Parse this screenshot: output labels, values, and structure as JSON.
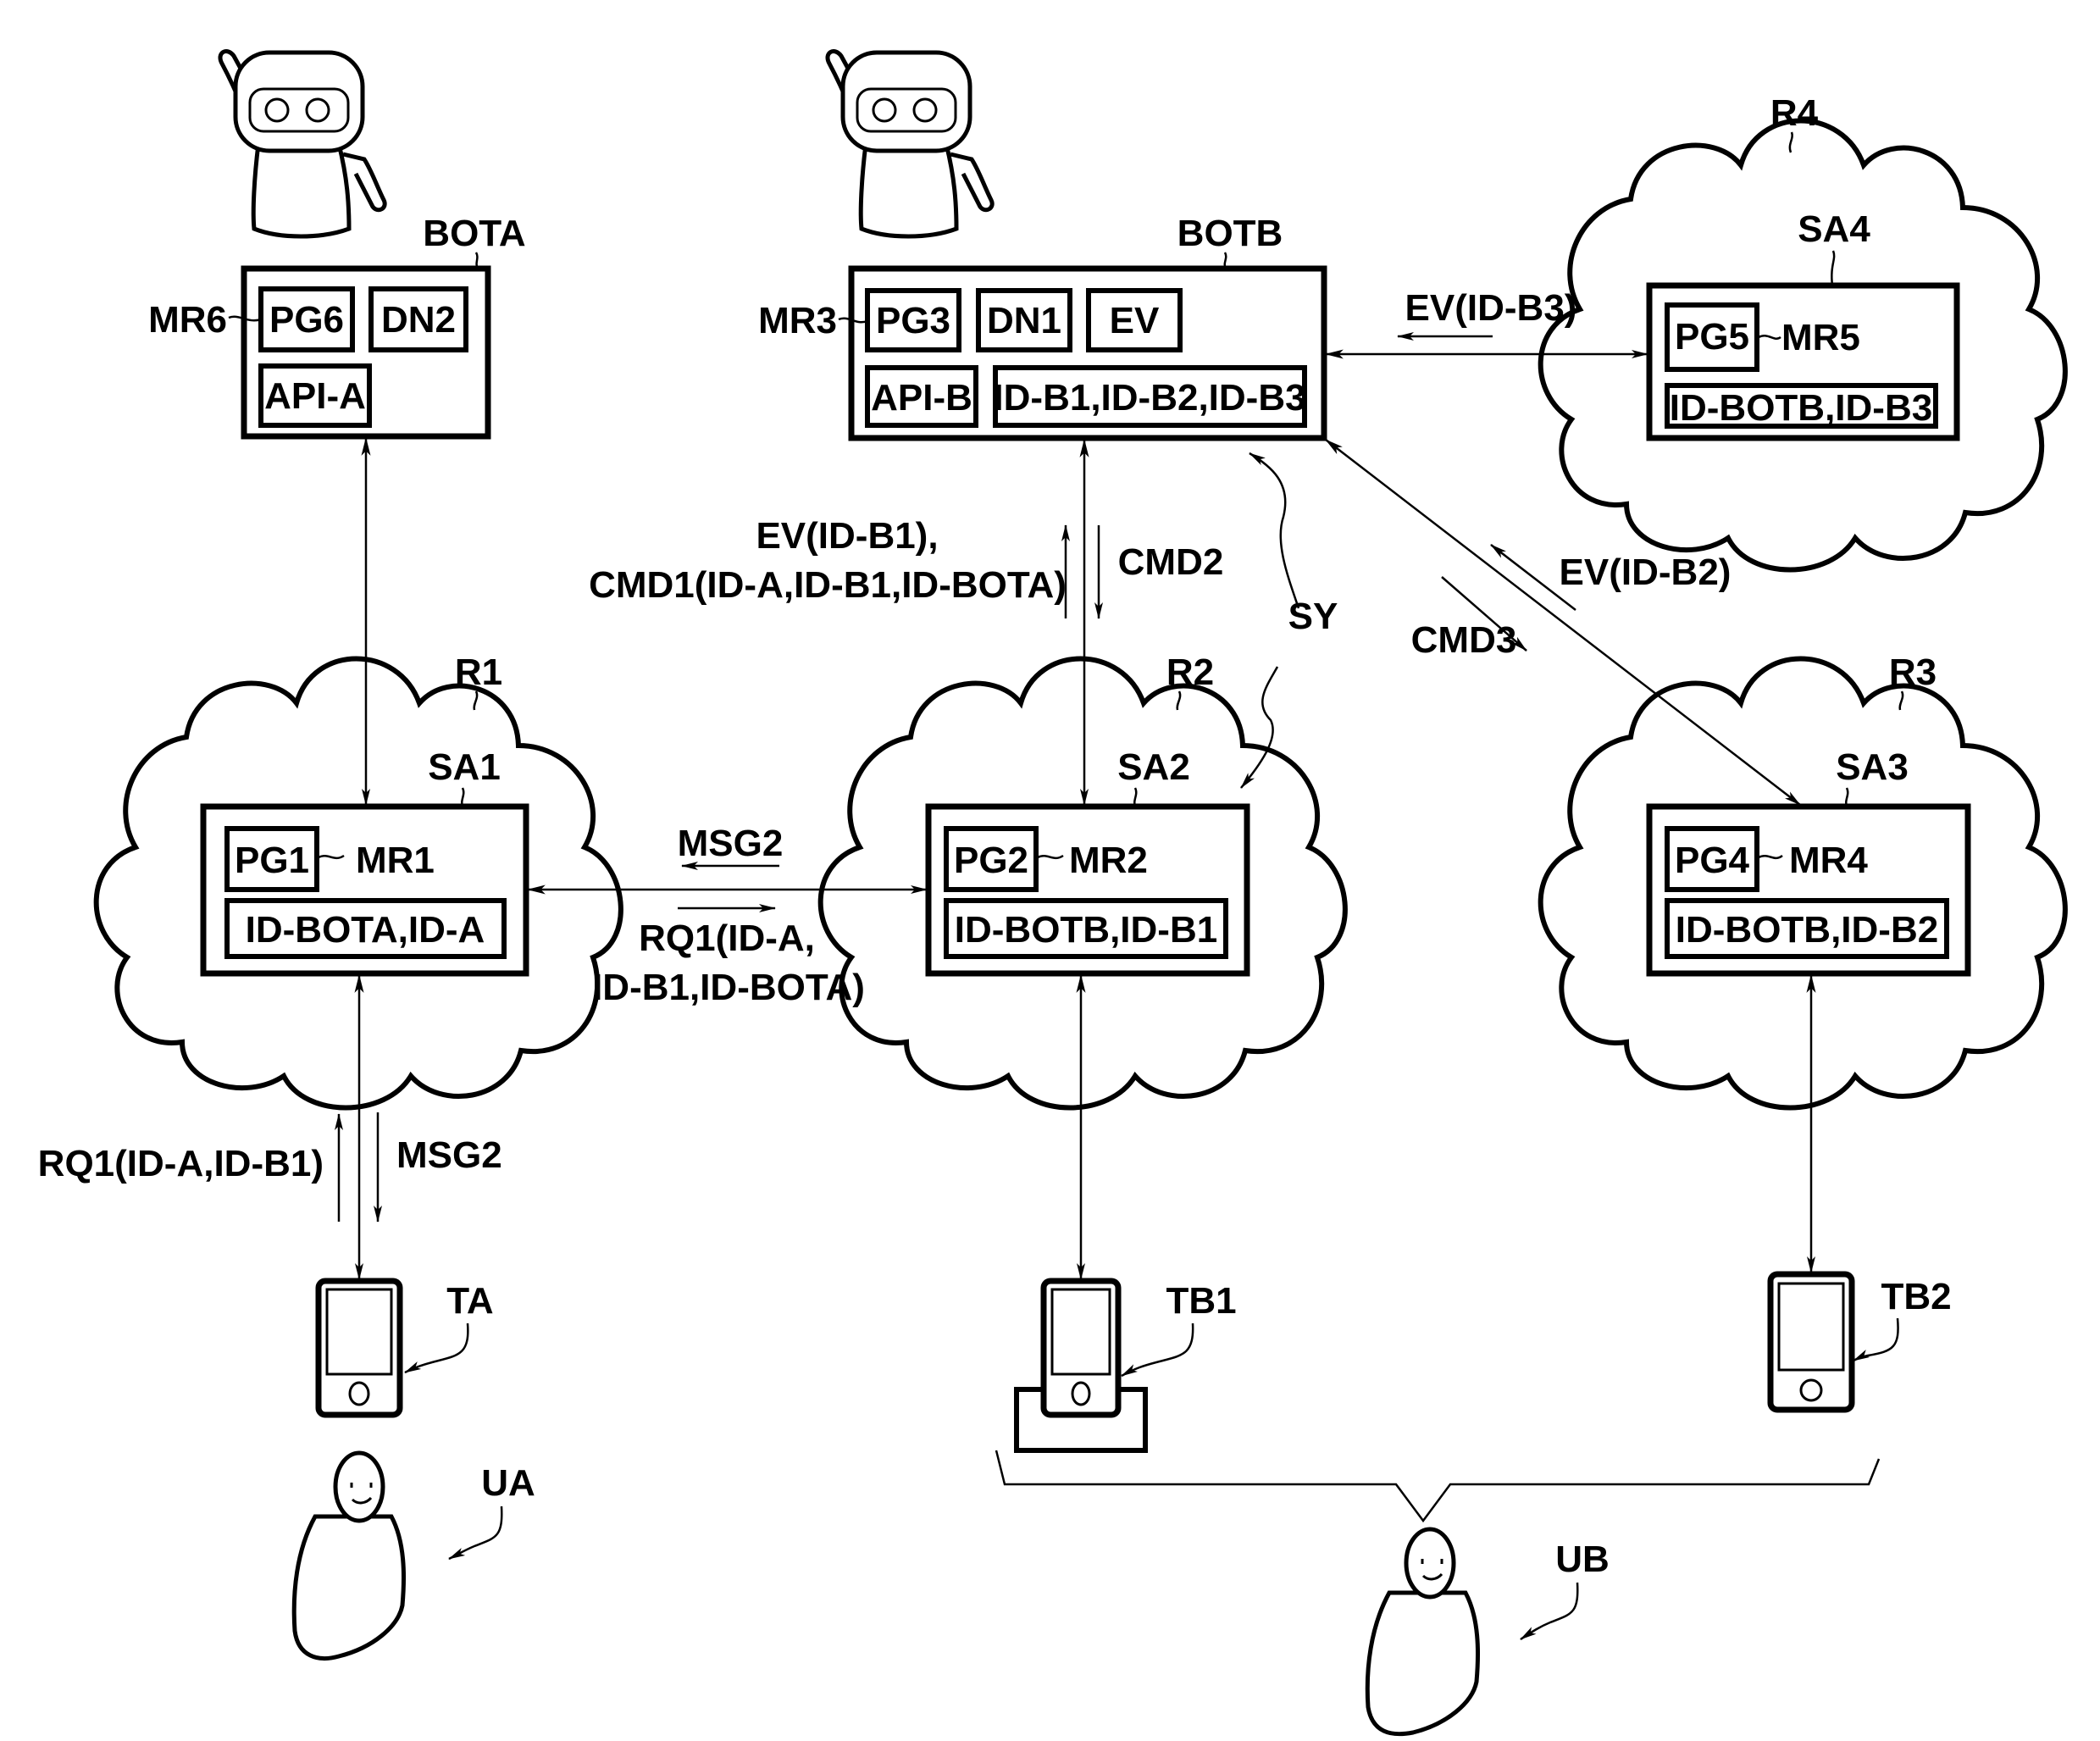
{
  "bots": {
    "bota": {
      "label": "BOTA",
      "ref": "MR6",
      "modules": [
        "PG6",
        "DN2",
        "API-A"
      ]
    },
    "botb": {
      "label": "BOTB",
      "ref": "MR3",
      "modules": [
        "PG3",
        "DN1",
        "EV",
        "API-B",
        "ID-B1,ID-B2,ID-B3"
      ]
    }
  },
  "networks": {
    "r1": {
      "label": "R1",
      "server": "SA1",
      "program": "PG1",
      "ref": "MR1",
      "ids": "ID-BOTA,ID-A"
    },
    "r2": {
      "label": "R2",
      "server": "SA2",
      "program": "PG2",
      "ref": "MR2",
      "ids": "ID-BOTB,ID-B1"
    },
    "r3": {
      "label": "R3",
      "server": "SA3",
      "program": "PG4",
      "ref": "MR4",
      "ids": "ID-BOTB,ID-B2"
    },
    "r4": {
      "label": "R4",
      "server": "SA4",
      "program": "PG5",
      "ref": "MR5",
      "ids": "ID-BOTB,ID-B3"
    }
  },
  "messages": {
    "ev_b3": "EV(ID-B3)",
    "ev_b1_line1": "EV(ID-B1),",
    "cmd1_line2": "CMD1(ID-A,ID-B1,ID-BOTA)",
    "cmd2": "CMD2",
    "sy": "SY",
    "cmd3": "CMD3",
    "ev_b2": "EV(ID-B2)",
    "msg2_top": "MSG2",
    "rq1_line1": "RQ1(ID-A,",
    "rq1_line2": "ID-B1,ID-BOTA)",
    "rq1_left": "RQ1(ID-A,ID-B1)",
    "msg2_left": "MSG2"
  },
  "terminals": {
    "ta": "TA",
    "tb1": "TB1",
    "tb2": "TB2"
  },
  "users": {
    "ua": "UA",
    "ub": "UB"
  }
}
